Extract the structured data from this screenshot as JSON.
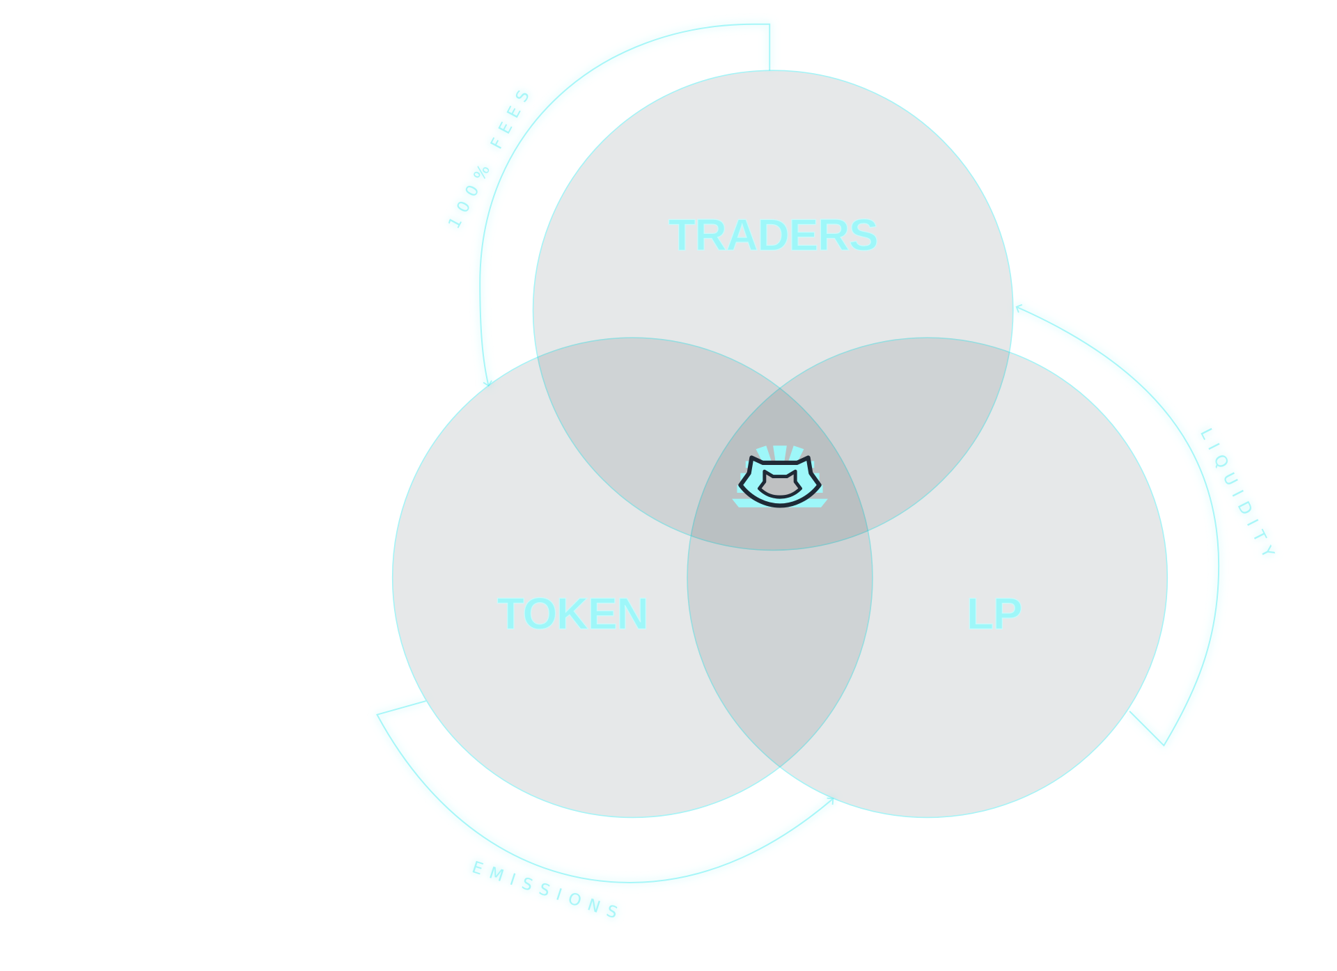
{
  "diagram": {
    "sets": [
      {
        "label": "TRADERS"
      },
      {
        "label": "TOKEN"
      },
      {
        "label": "LP"
      }
    ],
    "flows": [
      {
        "label": "100% FEES",
        "from": "TRADERS",
        "to": "TOKEN"
      },
      {
        "label": "LIQUIDITY",
        "from": "LP",
        "to": "TRADERS"
      },
      {
        "label": "EMISSIONS",
        "from": "TOKEN",
        "to": "LP"
      }
    ],
    "center_icon": "cat-shield-logo-icon",
    "colors": {
      "accent": "#9ef7f9",
      "circle_fill": "#e6e8e9",
      "icon_dark": "#1f2a36"
    }
  }
}
